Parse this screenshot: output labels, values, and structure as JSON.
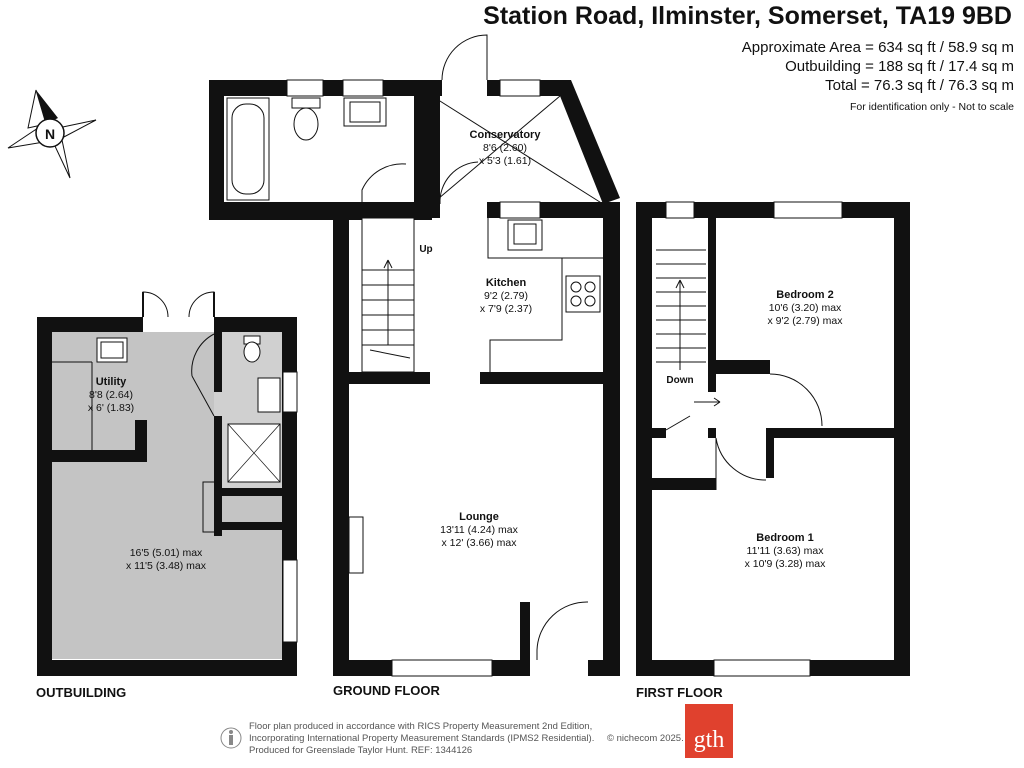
{
  "header": {
    "title": "Station Road, Ilminster, Somerset, TA19 9BD",
    "area_approx": "Approximate Area = 634 sq ft / 58.9 sq m",
    "area_outbuilding": "Outbuilding = 188 sq ft / 17.4 sq m",
    "area_total": "Total = 76.3 sq ft / 76.3 sq m",
    "disclaimer": "For identification only - Not to scale"
  },
  "compass": {
    "letter": "N"
  },
  "floors": {
    "outbuilding": "OUTBUILDING",
    "ground": "GROUND FLOOR",
    "first": "FIRST FLOOR"
  },
  "rooms": {
    "utility": {
      "name": "Utility",
      "dim1": "8'8 (2.64)",
      "dim2": "x 6' (1.83)"
    },
    "outbuilding_main": {
      "dim1": "16'5 (5.01) max",
      "dim2": "x 11'5 (3.48) max"
    },
    "conservatory": {
      "name": "Conservatory",
      "dim1": "8'6 (2.60)",
      "dim2": "x 5'3 (1.61)"
    },
    "kitchen": {
      "name": "Kitchen",
      "dim1": "9'2 (2.79)",
      "dim2": "x 7'9 (2.37)"
    },
    "lounge": {
      "name": "Lounge",
      "dim1": "13'11 (4.24) max",
      "dim2": "x 12' (3.66) max"
    },
    "bedroom2": {
      "name": "Bedroom 2",
      "dim1": "10'6 (3.20) max",
      "dim2": "x 9'2 (2.79) max"
    },
    "bedroom1": {
      "name": "Bedroom 1",
      "dim1": "11'11 (3.63) max",
      "dim2": "x 10'9 (3.28) max"
    }
  },
  "stairs": {
    "up": "Up",
    "down": "Down"
  },
  "footer": {
    "line1": "Floor plan produced in accordance with RICS Property Measurement 2nd Edition,",
    "line2": "Incorporating International Property Measurement Standards (IPMS2 Residential).",
    "line3": "Produced for Greenslade Taylor Hunt.   REF: 1344126",
    "copyright": "© nichecom 2025.",
    "logo": "gth"
  },
  "colors": {
    "wall": "#111111",
    "outbuilding_fill": "#c4c4c4",
    "logo": "#e0412e"
  }
}
